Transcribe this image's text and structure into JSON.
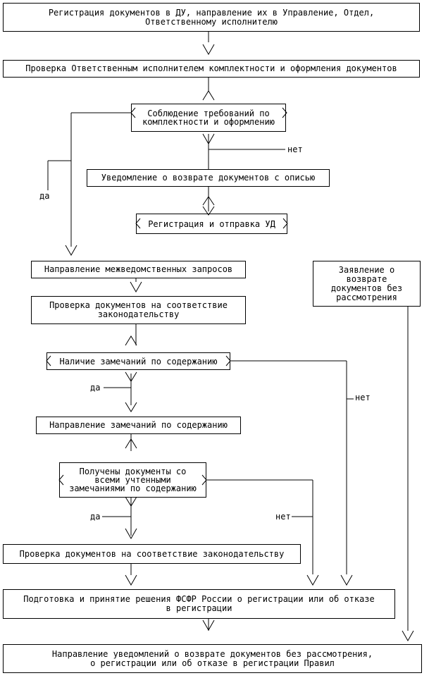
{
  "nodes": {
    "registration": "Регистрация документов в ДУ, направление их в Управление, Отдел,\nОтветственному исполнителю",
    "check_completeness": "Проверка Ответственным исполнителем комплектности и оформления документов",
    "decision_requirements": "Соблюдение требований по\nкомплектности и оформлению",
    "notice_return": "Уведомление о возврате документов с описью",
    "register_send": "Регистрация и отправка УД",
    "interagency": "Направление межведомственных запросов",
    "withdraw_application": "Заявление о\nвозврате\nдокументов без\nрассмотрения",
    "check_legislation_1": "Проверка документов на соответствие\nзаконодательству",
    "decision_remarks": "Наличие замечаний по содержанию",
    "send_remarks": "Направление замечаний по содержанию",
    "decision_received": "Получены документы со\nвсеми учтенными\nзамечаниями по содержанию",
    "check_legislation_2": "Проверка документов на соответствие законодательству",
    "decision_making": "Подготовка и принятие решения ФСФР России о регистрации или об отказе\nв регистрации",
    "notifications": "Направление уведомлений о возврате документов без рассмотрения,\nо регистрации или об отказе в регистрации Правил"
  },
  "labels": {
    "no_1": "нет",
    "yes_1": "да",
    "yes_2": "да",
    "no_2": "нет",
    "yes_3": "да",
    "no_3": "нет"
  }
}
